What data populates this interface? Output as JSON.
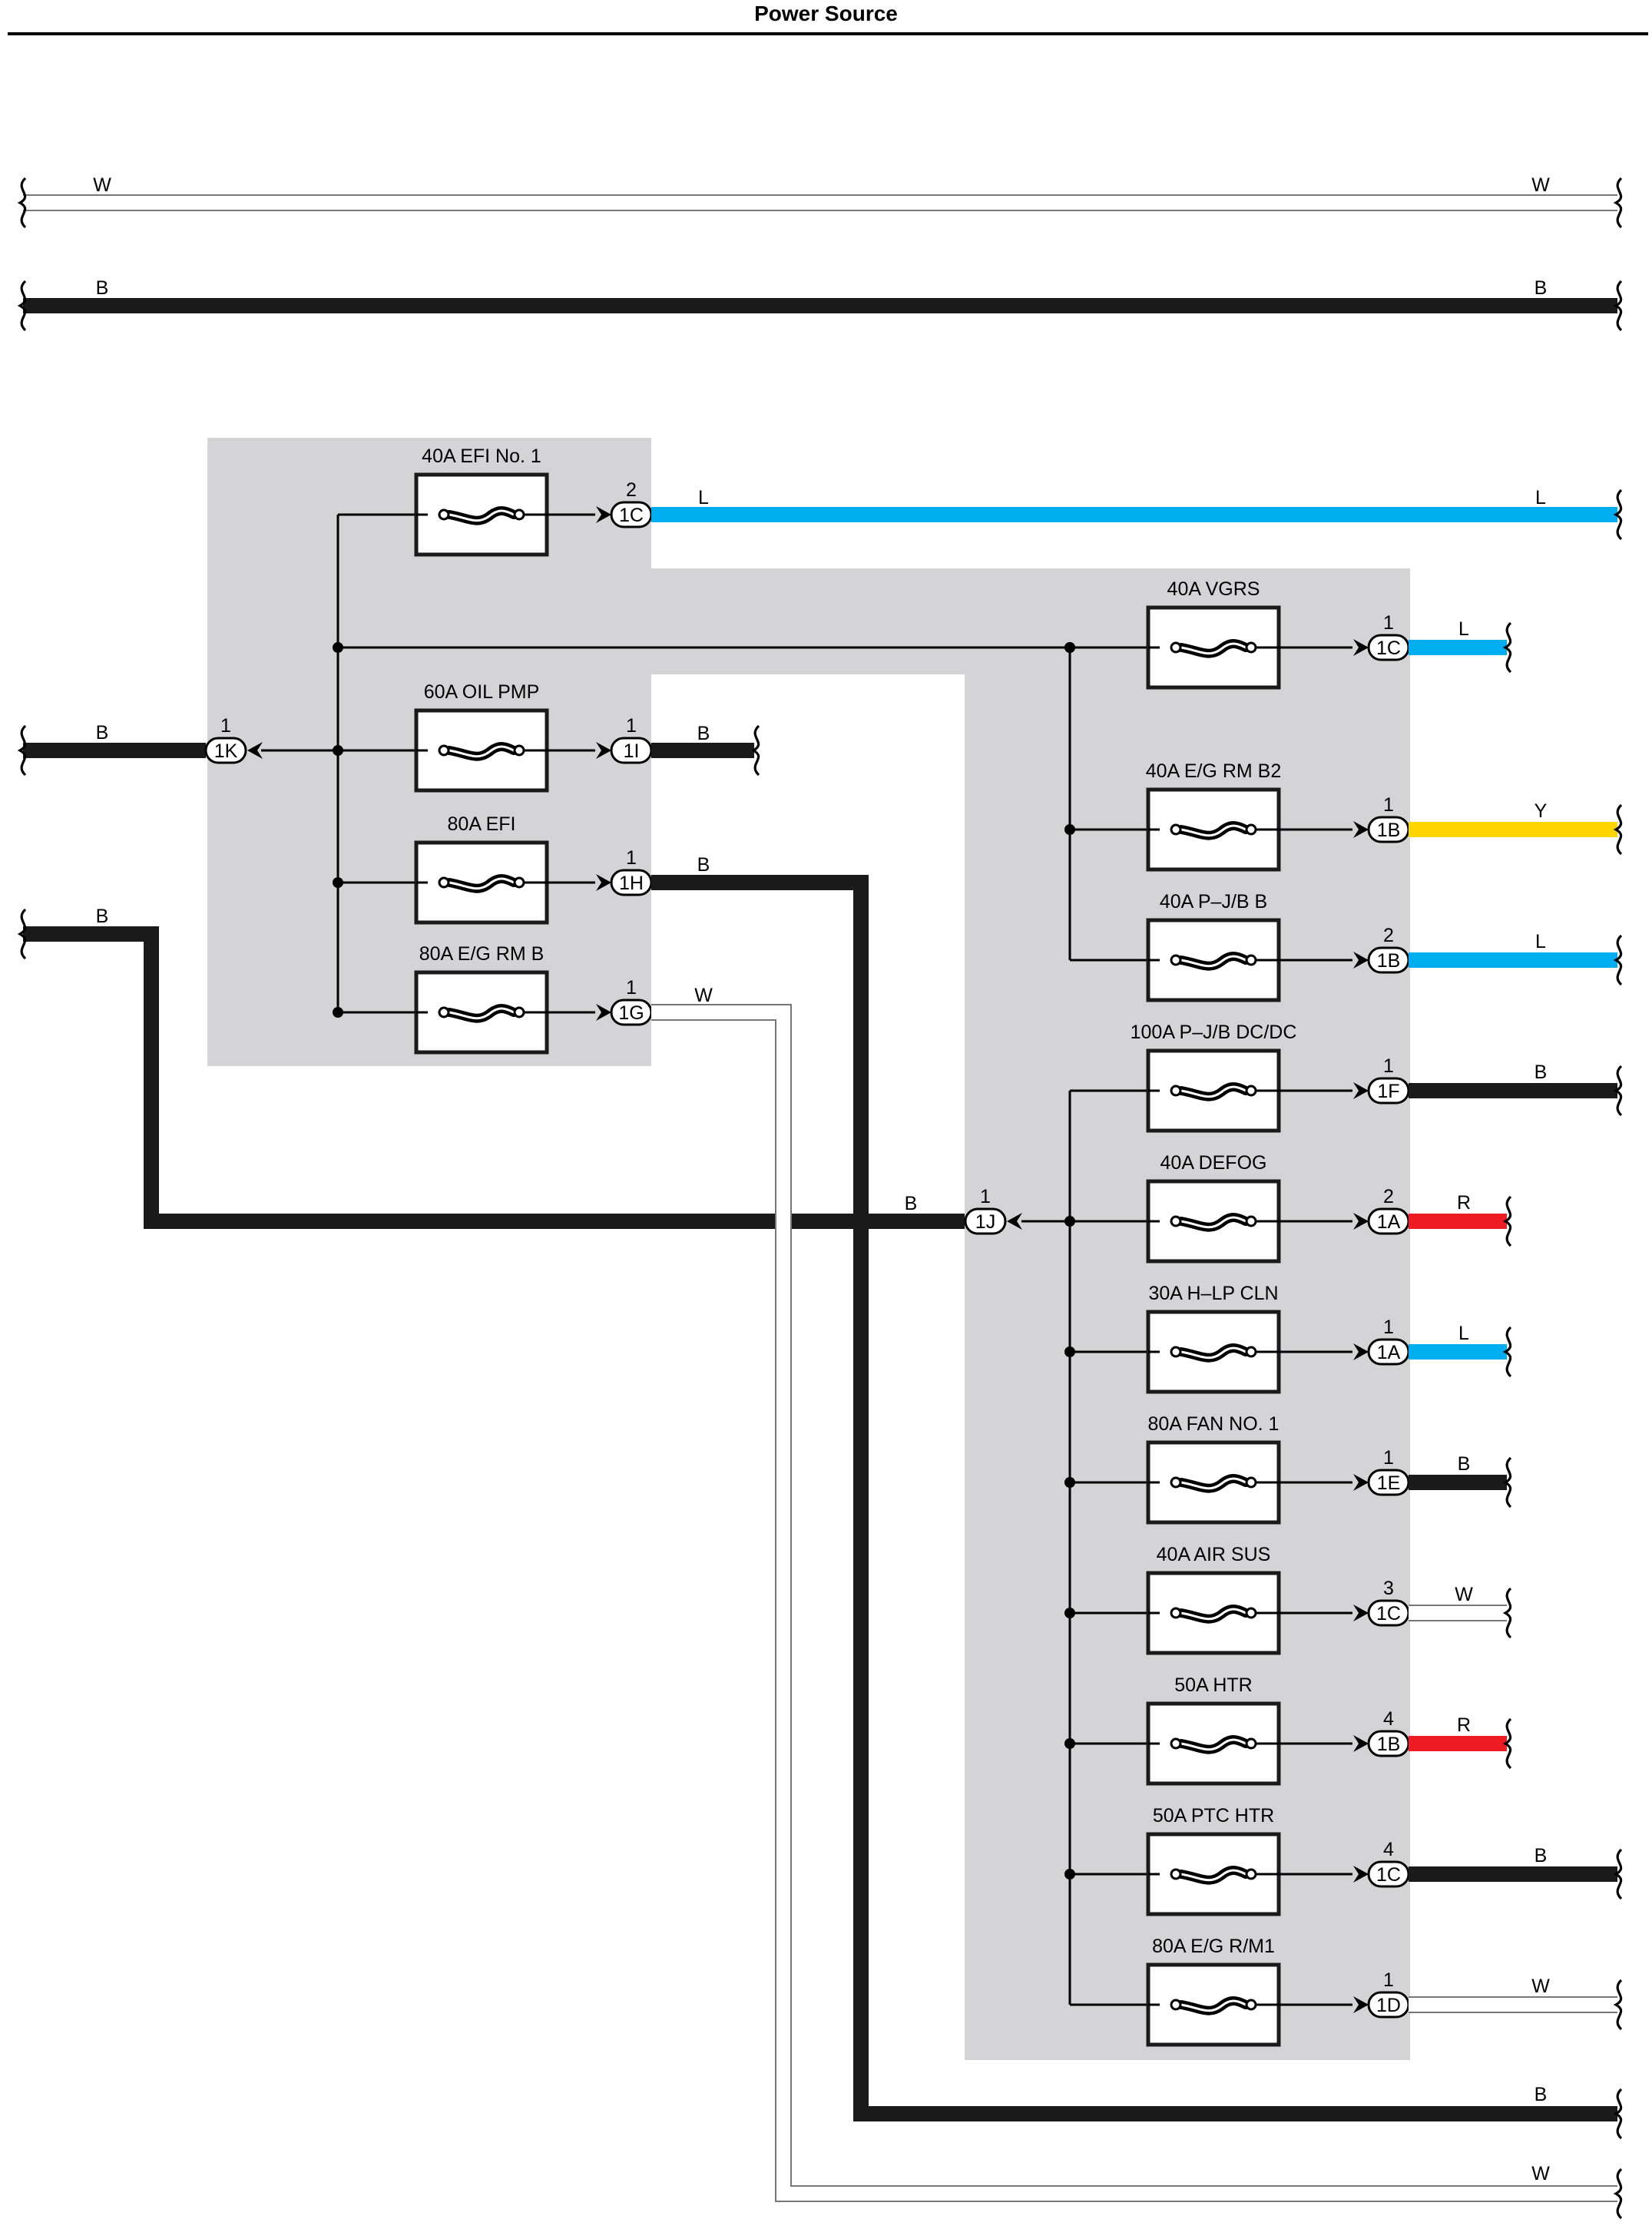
{
  "title": "Power Source",
  "colors": {
    "L": "#00aeef",
    "Y": "#ffd500",
    "R": "#ed1c24",
    "B": "#1a1a1a",
    "W": "#ffffff",
    "panel": "#d4d4d6"
  },
  "topWires": [
    {
      "left": "W",
      "right": "W"
    },
    {
      "left": "B",
      "right": "B"
    }
  ],
  "input1K": {
    "pin": "1",
    "connector": "1K",
    "wire": "B"
  },
  "input1J": {
    "pin": "1",
    "connector": "1J",
    "wire": "B",
    "feedWire": "B"
  },
  "leftFuses": [
    {
      "label": "40A EFI No. 1",
      "pin": "2",
      "connector": "1C",
      "wire": "L",
      "rightWire": "L"
    },
    {
      "label": "60A OIL PMP",
      "pin": "1",
      "connector": "1I",
      "wire": "B"
    },
    {
      "label": "80A EFI",
      "pin": "1",
      "connector": "1H",
      "wire": "B",
      "rightWire": "B"
    },
    {
      "label": "80A E/G RM B",
      "pin": "1",
      "connector": "1G",
      "wire": "W",
      "rightWire": "W"
    }
  ],
  "rightFuses": [
    {
      "label": "40A VGRS",
      "pin": "1",
      "connector": "1C",
      "wire": "L"
    },
    {
      "label": "40A E/G RM B2",
      "pin": "1",
      "connector": "1B",
      "wire": "Y"
    },
    {
      "label": "40A P–J/B B",
      "pin": "2",
      "connector": "1B",
      "wire": "L"
    },
    {
      "label": "100A P–J/B DC/DC",
      "pin": "1",
      "connector": "1F",
      "wire": "B"
    },
    {
      "label": "40A DEFOG",
      "pin": "2",
      "connector": "1A",
      "wire": "R"
    },
    {
      "label": "30A H–LP CLN",
      "pin": "1",
      "connector": "1A",
      "wire": "L"
    },
    {
      "label": "80A FAN NO. 1",
      "pin": "1",
      "connector": "1E",
      "wire": "B"
    },
    {
      "label": "40A AIR SUS",
      "pin": "3",
      "connector": "1C",
      "wire": "W"
    },
    {
      "label": "50A HTR",
      "pin": "4",
      "connector": "1B",
      "wire": "R"
    },
    {
      "label": "50A PTC HTR",
      "pin": "4",
      "connector": "1C",
      "wire": "B"
    },
    {
      "label": "80A E/G R/M1",
      "pin": "1",
      "connector": "1D",
      "wire": "W"
    }
  ]
}
